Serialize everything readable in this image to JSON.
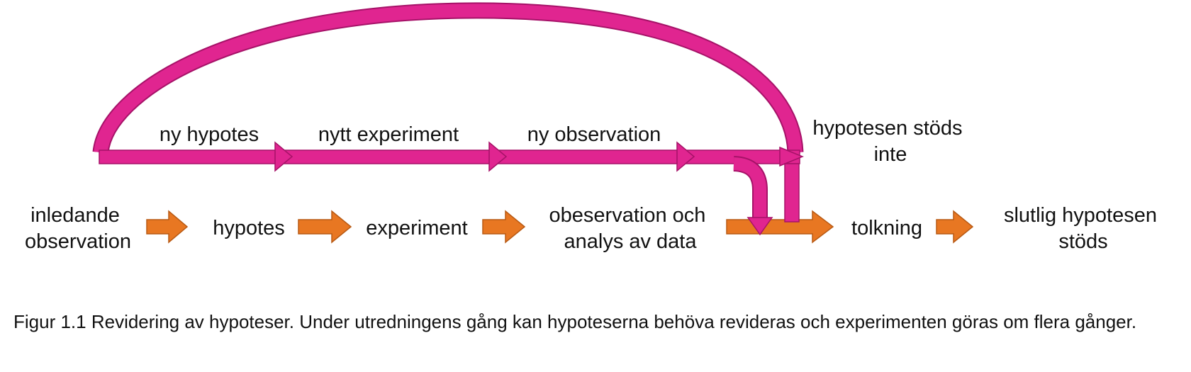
{
  "colors": {
    "loop": "#e02590",
    "loop_edge": "#a61268",
    "flow": "#e87722",
    "flow_edge": "#b85a14",
    "text": "#111111"
  },
  "steps": {
    "initial_observation": [
      "inledande",
      "observation"
    ],
    "hypothesis": "hypotes",
    "experiment": "experiment",
    "observation_analysis": [
      "obeservation och",
      "analys av data"
    ],
    "interpretation": "tolkning",
    "final": [
      "slutlig hypotesen",
      "stöds"
    ]
  },
  "loop": {
    "new_hypothesis": "ny hypotes",
    "new_experiment": "nytt experiment",
    "new_observation": "ny observation",
    "not_supported": [
      "hypotesen stöds",
      "inte"
    ]
  },
  "caption": "Figur 1.1 Revidering av hypoteser. Under utredningens gång kan hypoteserna behöva revideras och experimenten göras om flera gånger."
}
